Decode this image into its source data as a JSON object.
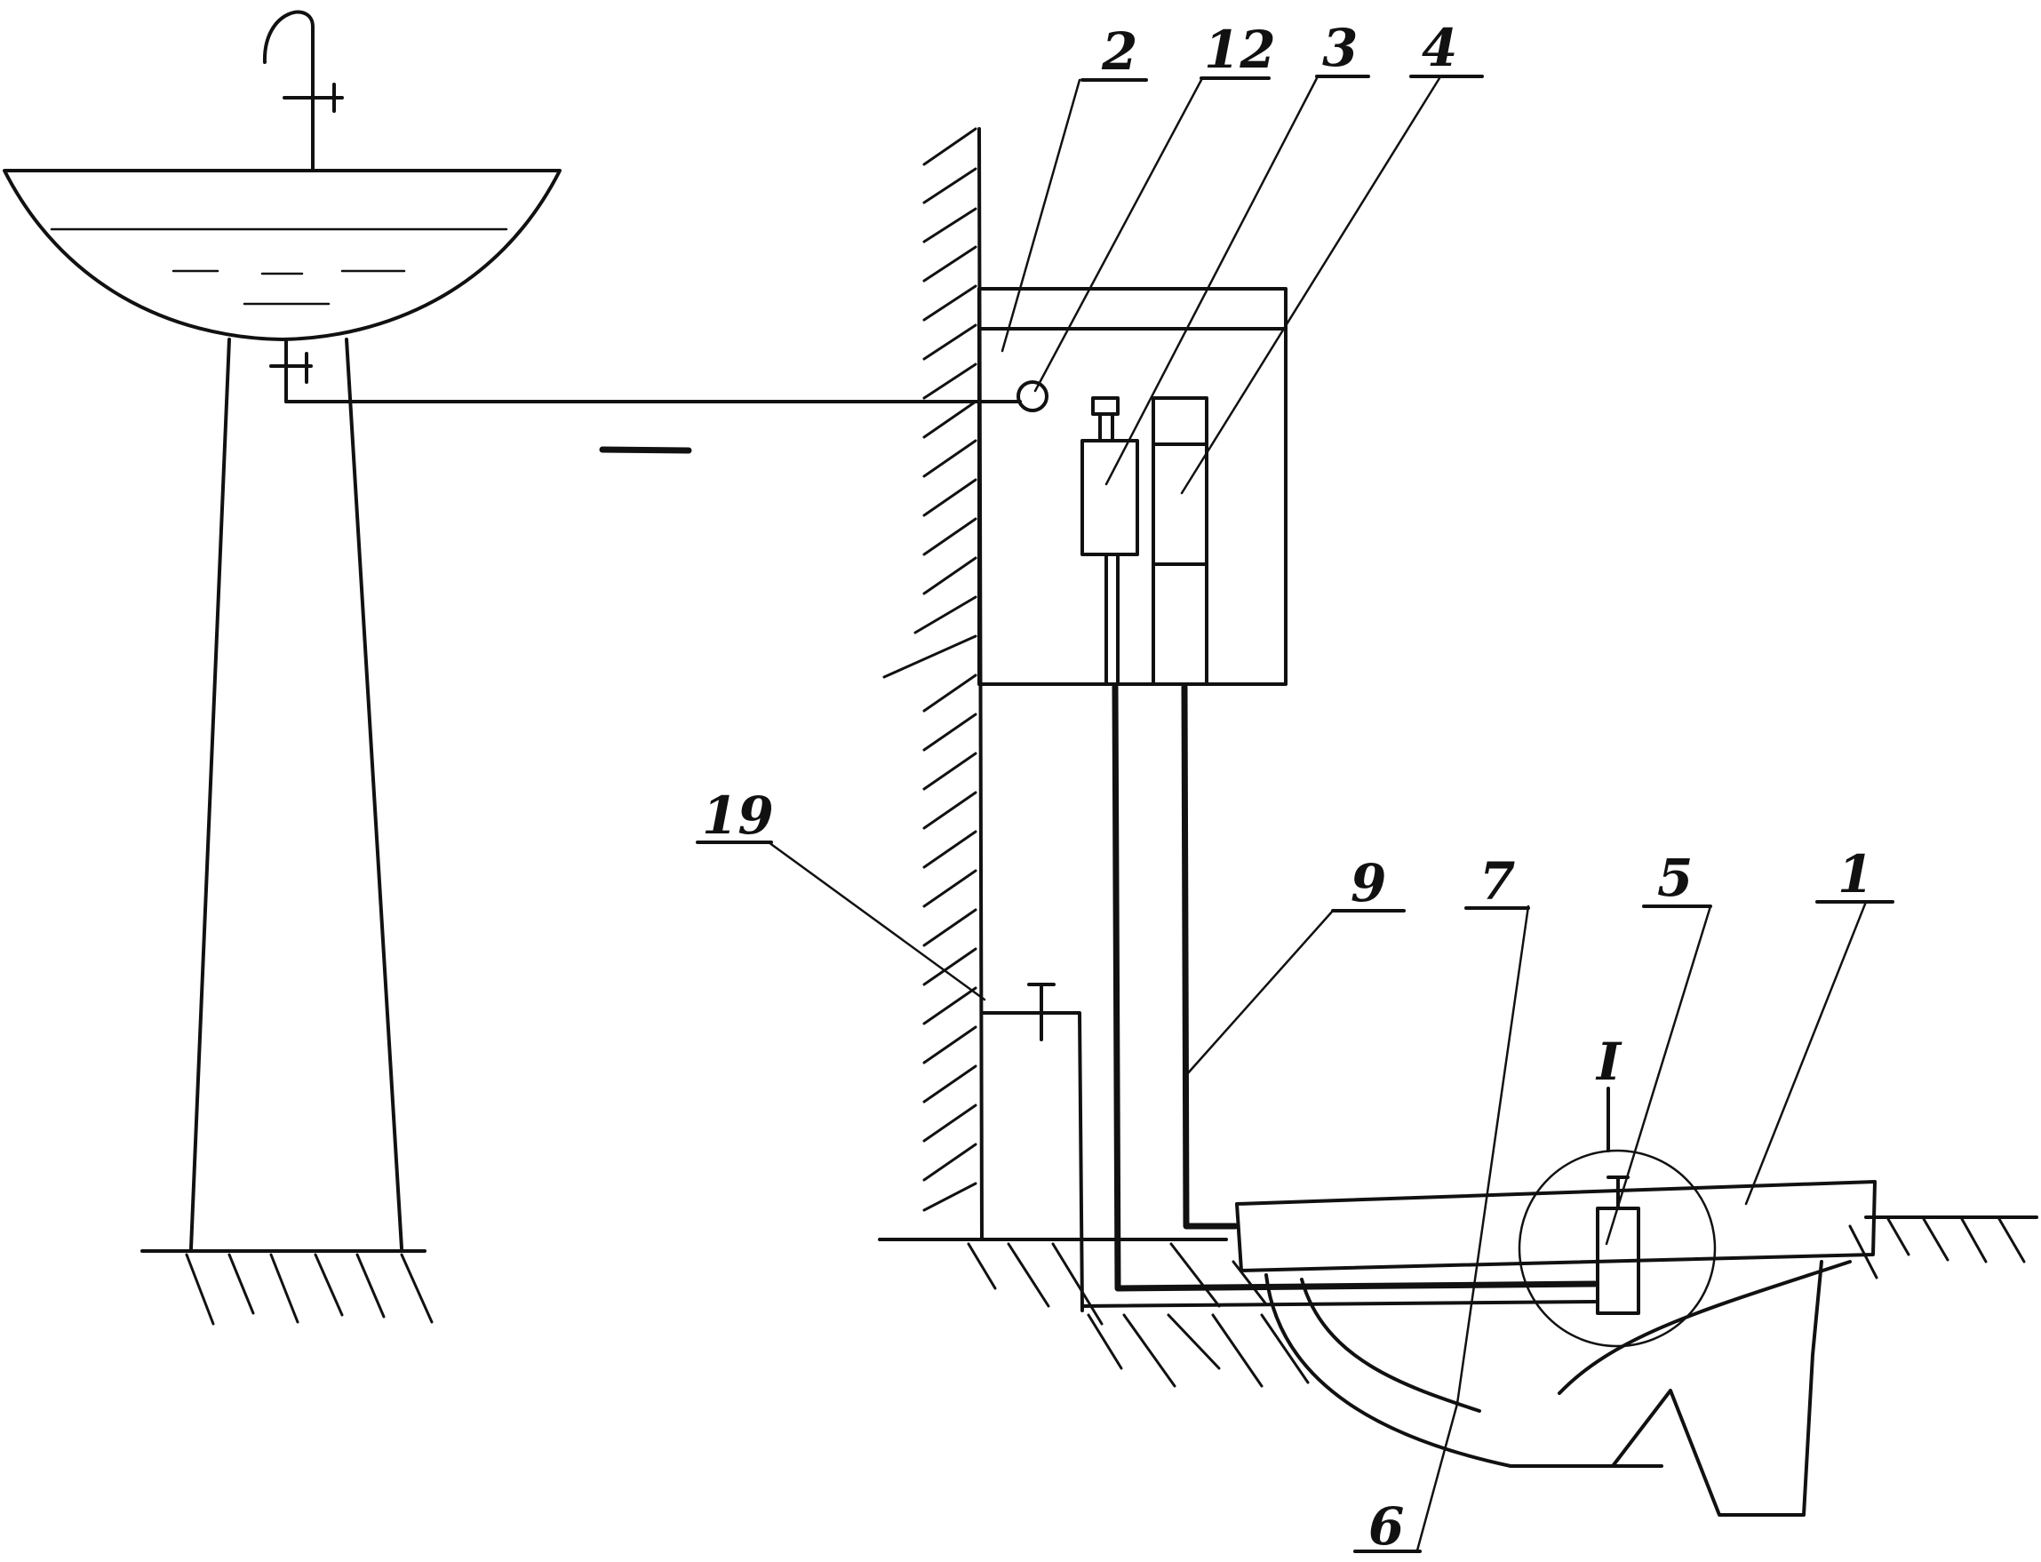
{
  "figure": {
    "reference_numerals": [
      {
        "id": "ref-2",
        "label": "2"
      },
      {
        "id": "ref-12",
        "label": "12"
      },
      {
        "id": "ref-3",
        "label": "3"
      },
      {
        "id": "ref-4",
        "label": "4"
      },
      {
        "id": "ref-19",
        "label": "19"
      },
      {
        "id": "ref-9",
        "label": "9"
      },
      {
        "id": "ref-7",
        "label": "7"
      },
      {
        "id": "ref-5",
        "label": "5"
      },
      {
        "id": "ref-1",
        "label": "1"
      },
      {
        "id": "ref-6",
        "label": "6"
      }
    ],
    "detail_marker": "I"
  }
}
